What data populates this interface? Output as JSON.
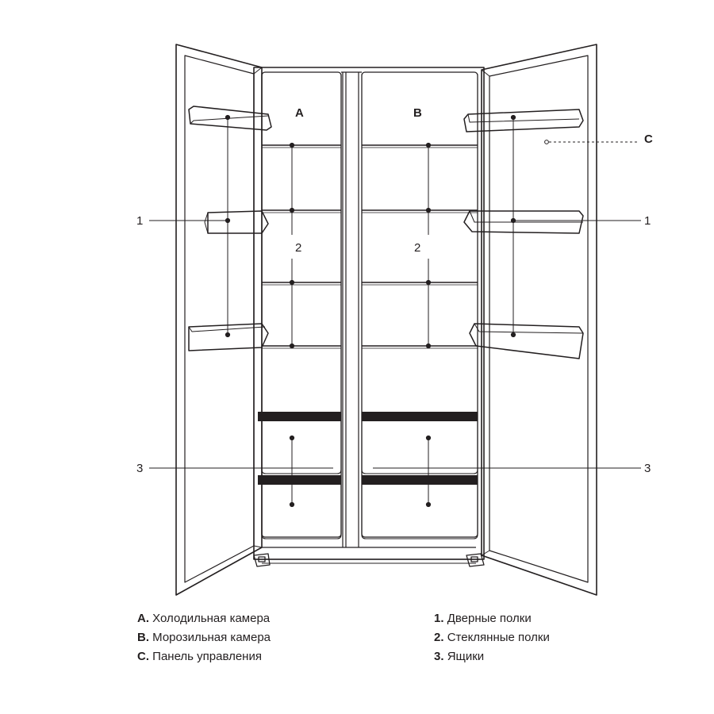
{
  "callouts": {
    "compartment_a": "A",
    "compartment_b": "B",
    "control_panel": "C",
    "door_shelves_left": "1",
    "door_shelves_right": "1",
    "glass_shelves_left": "2",
    "glass_shelves_right": "2",
    "drawers_left": "3",
    "drawers_right": "3"
  },
  "legend": {
    "left": [
      {
        "key": "A.",
        "text": "Холодильная камера"
      },
      {
        "key": "B.",
        "text": "Морозильная камера"
      },
      {
        "key": "C.",
        "text": "Панель управления"
      }
    ],
    "right": [
      {
        "key": "1.",
        "text": "Дверные полки"
      },
      {
        "key": "2.",
        "text": "Стеклянные полки"
      },
      {
        "key": "3.",
        "text": "Ящики"
      }
    ]
  }
}
